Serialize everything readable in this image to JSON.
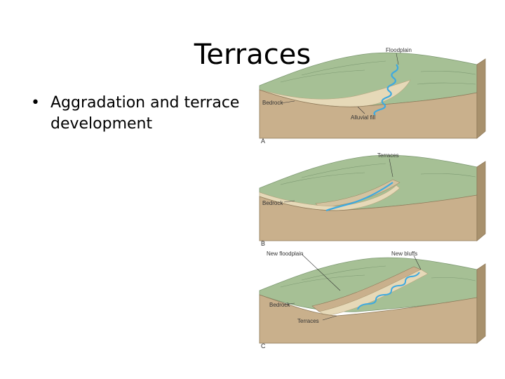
{
  "slide": {
    "title": "Terraces",
    "bullets": [
      "Aggradation and terrace development"
    ]
  },
  "figure": {
    "panels": [
      {
        "letter": "A",
        "labels": {
          "floodplain": "Floodplain",
          "bedrock": "Bedrock",
          "fill": "Alluvial fill"
        }
      },
      {
        "letter": "B",
        "labels": {
          "terraces": "Terraces",
          "bedrock": "Bedrock"
        }
      },
      {
        "letter": "C",
        "labels": {
          "new_floodplain": "New floodplain",
          "new_bluffs": "New bluffs",
          "bedrock": "Bedrock",
          "terraces": "Terraces"
        }
      }
    ],
    "colors": {
      "bedrock": "#c9b08c",
      "bedrock_dark": "#a8916d",
      "land": "#a6c095",
      "land_dark": "#8aa77e",
      "fill": "#e6d9b8",
      "water": "#3ea9e0"
    }
  }
}
